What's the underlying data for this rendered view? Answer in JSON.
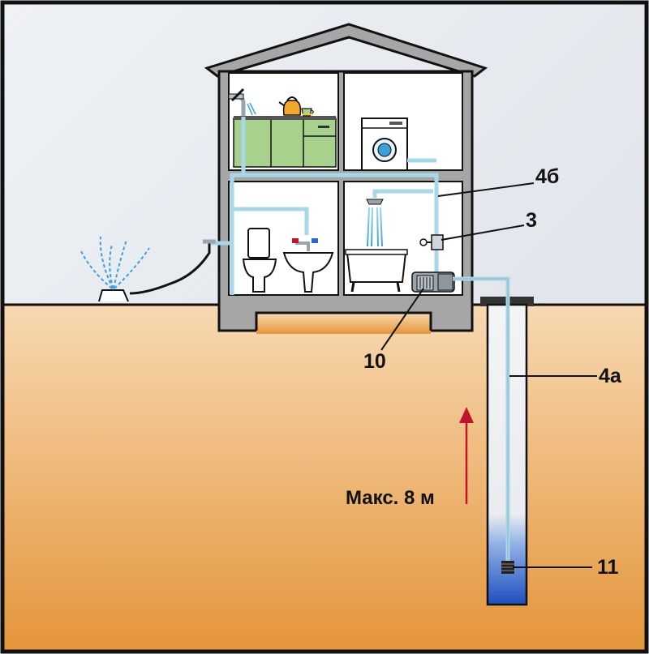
{
  "colors": {
    "frame": "#111111",
    "sky_top": "#eef1f5",
    "sky_bottom": "#d9dee6",
    "soil_top": "#f7d3a8",
    "soil_bottom": "#e59a3e",
    "house_wall": "#a6a6a6",
    "room_fill": "#ffffff",
    "kitchen_cabinet": "#a9d18e",
    "pipe": "#a9d6e8",
    "water": "#2f68c8",
    "arrow": "#c0142c",
    "spray": "#3aa0d8"
  },
  "labels": {
    "pipe_indoor": "4б",
    "valve": "3",
    "pump": "10",
    "pipe_well": "4а",
    "filter": "11",
    "max_depth": "Макс. 8 м"
  },
  "icons": [
    "house-icon",
    "faucet-icon",
    "kettle-icon",
    "cup-icon",
    "washing-machine-icon",
    "shower-icon",
    "bathtub-icon",
    "toilet-icon",
    "sink-icon",
    "sprinkler-icon",
    "pump-icon",
    "valve-icon",
    "well-icon",
    "filter-icon",
    "arrow-up-icon"
  ]
}
